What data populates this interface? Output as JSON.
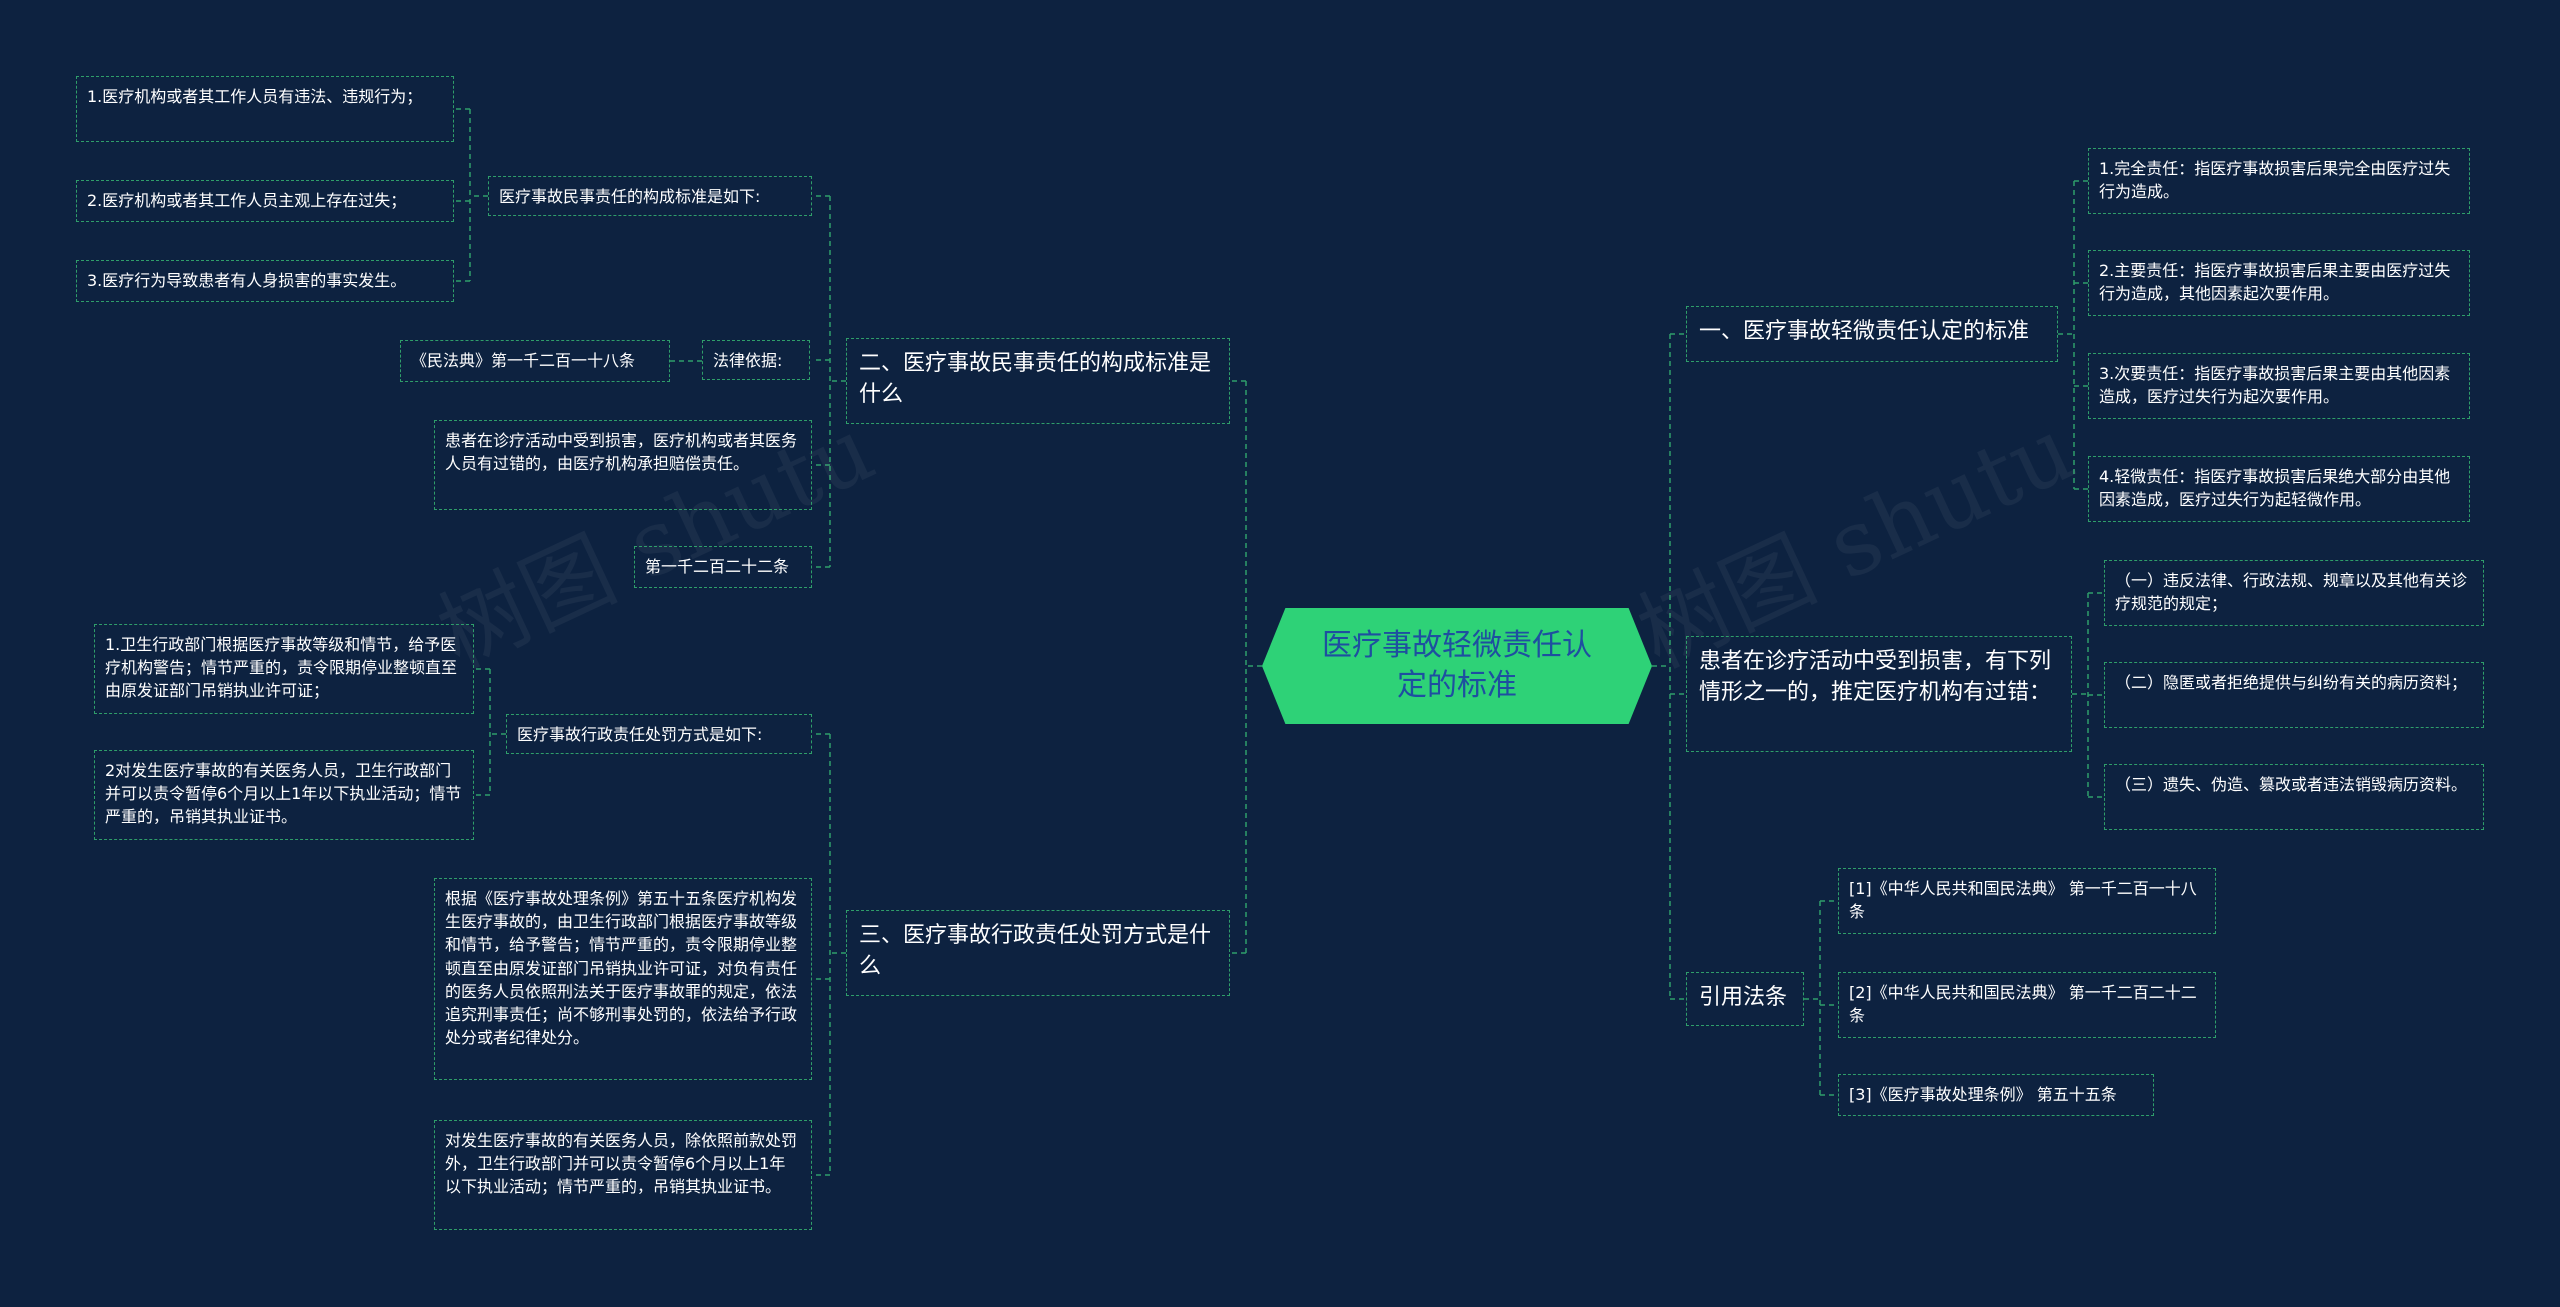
{
  "center": "医疗事故轻微责任认定的标准",
  "watermarks": [
    "树图 shutu",
    "树图 shutu"
  ],
  "right": {
    "b1": {
      "title": "一、医疗事故轻微责任认定的标准",
      "items": [
        "1.完全责任：指医疗事故损害后果完全由医疗过失行为造成。",
        "2.主要责任：指医疗事故损害后果主要由医疗过失行为造成，其他因素起次要作用。",
        "3.次要责任：指医疗事故损害后果主要由其他因素造成，医疗过失行为起次要作用。",
        "4.轻微责任：指医疗事故损害后果绝大部分由其他因素造成，医疗过失行为起轻微作用。"
      ]
    },
    "b2": {
      "title": "患者在诊疗活动中受到损害，有下列情形之一的，推定医疗机构有过错：",
      "items": [
        "（一）违反法律、行政法规、规章以及其他有关诊疗规范的规定；",
        "（二）隐匿或者拒绝提供与纠纷有关的病历资料；",
        "（三）遗失、伪造、篡改或者违法销毁病历资料。"
      ]
    },
    "b3": {
      "title": "引用法条",
      "items": [
        "[1]《中华人民共和国民法典》 第一千二百一十八条",
        "[2]《中华人民共和国民法典》 第一千二百二十二条",
        "[3]《医疗事故处理条例》 第五十五条"
      ]
    }
  },
  "left": {
    "b1": {
      "title": "二、医疗事故民事责任的构成标准是什么",
      "sub1": {
        "title": "医疗事故民事责任的构成标准是如下:",
        "items": [
          "1.医疗机构或者其工作人员有违法、违规行为；",
          "2.医疗机构或者其工作人员主观上存在过失；",
          "3.医疗行为导致患者有人身损害的事实发生。"
        ]
      },
      "sub2": {
        "title": "法律依据:",
        "item": "《民法典》第一千二百一十八条"
      },
      "sub3": "患者在诊疗活动中受到损害，医疗机构或者其医务人员有过错的，由医疗机构承担赔偿责任。",
      "sub4": "第一千二百二十二条"
    },
    "b2": {
      "title": "三、医疗事故行政责任处罚方式是什么",
      "sub1": {
        "title": "医疗事故行政责任处罚方式是如下:",
        "items": [
          "1.卫生行政部门根据医疗事故等级和情节，给予医疗机构警告；情节严重的，责令限期停业整顿直至由原发证部门吊销执业许可证；",
          "2对发生医疗事故的有关医务人员，卫生行政部门并可以责令暂停6个月以上1年以下执业活动；情节严重的，吊销其执业证书。"
        ]
      },
      "sub2": "根据《医疗事故处理条例》第五十五条医疗机构发生医疗事故的，由卫生行政部门根据医疗事故等级和情节，给予警告；情节严重的，责令限期停业整顿直至由原发证部门吊销执业许可证，对负有责任的医务人员依照刑法关于医疗事故罪的规定，依法追究刑事责任；尚不够刑事处罚的，依法给予行政处分或者纪律处分。",
      "sub3": "对发生医疗事故的有关医务人员，除依照前款处罚外，卫生行政部门并可以责令暂停6个月以上1年以下执业活动；情节严重的，吊销其执业证书。"
    }
  },
  "colors": {
    "background": "#0d2240",
    "center": "#2ed277",
    "center_text": "#1e4fa0",
    "line": "#2f9e6a"
  }
}
